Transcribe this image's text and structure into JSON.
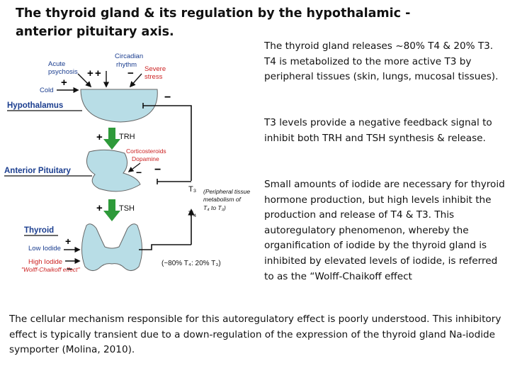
{
  "title": "The thyroid gland & its regulation by the hypothalamic -\nanterior pituitary axis.",
  "paragraphs": [
    "The thyroid gland releases ~80% T4 & 20% T3. T4 is metabolized to the more active T3 by peripheral tissues (skin, lungs, mucosal tissues).",
    "T3 levels provide a negative feedback signal to inhibit both TRH and TSH synthesis & release.",
    "Small amounts of iodide are necessary for thyroid hormone production, but high levels inhibit the production and release of T4 & T3. This autoregulatory phenomenon, whereby the organification of iodide by the thyroid gland is inhibited by elevated levels of iodide, is referred to as the “Wolff-Chaikoff effect"
  ],
  "bottom_paragraph": "The cellular mechanism responsible for this autoregulatory effect is poorly understood. This inhibitory effect is typically transient due to a down-regulation of the expression of the thyroid gland Na-iodide symporter (Molina, 2010).",
  "diagram": {
    "colors": {
      "organ_fill": "#b8dde6",
      "label_blue": "#1a3d8f",
      "label_red": "#cc2222",
      "arrow_green": "#2e9a3a",
      "line": "#111111"
    },
    "labels": {
      "acute_psychosis_1": "Acute",
      "acute_psychosis_2": "psychosis",
      "circadian_1": "Circadian",
      "circadian_2": "rhythm",
      "severe_stress_1": "Severe",
      "severe_stress_2": "stress",
      "cold": "Cold",
      "hypothalamus": "Hypothalamus",
      "trh": "TRH",
      "corticosteroids": "Corticosteroids",
      "dopamine": "Dopamine",
      "anterior_pituitary": "Anterior Pituitary",
      "tsh": "TSH",
      "thyroid": "Thyroid",
      "low_iodide": "Low Iodide",
      "high_iodide": "High Iodide",
      "wolff_chaikoff": "\"Wolff-Chaikoff effect\"",
      "peripheral_1": "(Peripheral tissue",
      "peripheral_2": "metabolism of",
      "peripheral_3": "T₄ to T₃)",
      "t3": "T₃",
      "t4": "T₄",
      "output_ratio": "(~80% T₄: 20% T₃)",
      "plus": "+",
      "minus": "−"
    }
  }
}
